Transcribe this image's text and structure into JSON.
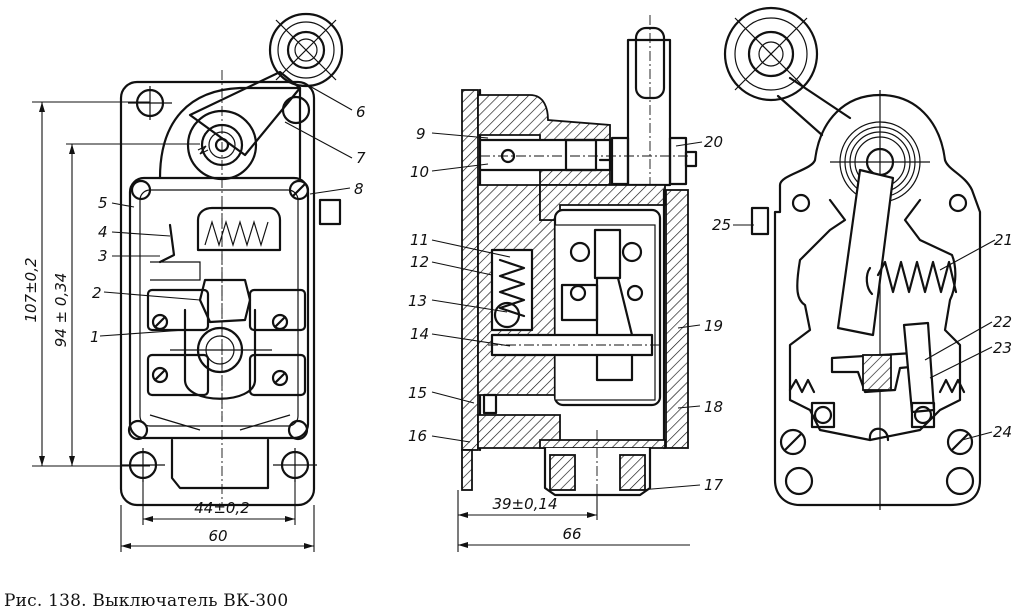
{
  "figure": {
    "caption": "Рис. 138. Выключатель ВК-300",
    "views": [
      "front-view-cover-removed",
      "side-section-view",
      "rear-view-mechanism"
    ]
  },
  "dimensions": {
    "overall_height": "107±0,2",
    "mount_height": "94 ± 0,34",
    "mount_width": "44±0,2",
    "overall_width": "60",
    "side_mount_depth": "39±0,14",
    "side_overall_depth": "66"
  },
  "part_labels": {
    "front": [
      "1",
      "2",
      "3",
      "4",
      "5",
      "6",
      "7",
      "8"
    ],
    "side": [
      "9",
      "10",
      "11",
      "12",
      "13",
      "14",
      "15",
      "16",
      "17",
      "18",
      "19",
      "20"
    ],
    "rear": [
      "21",
      "22",
      "23",
      "24",
      "25"
    ]
  }
}
